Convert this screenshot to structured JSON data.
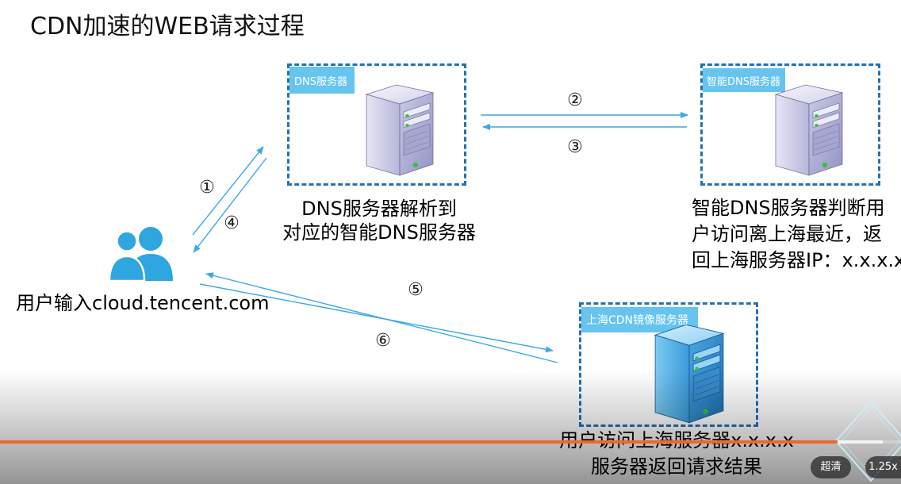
{
  "slide": {
    "title": "CDN加速的WEB请求过程"
  },
  "user": {
    "icon": "users-icon",
    "caption": "用户输入cloud.tencent.com"
  },
  "dns_server": {
    "label": "DNS服务器",
    "icon": "server-icon",
    "caption": [
      "DNS服务器解析到",
      "对应的智能DNS服务器"
    ]
  },
  "smart_dns_server": {
    "label": "智能DNS服务器",
    "icon": "server-icon",
    "caption": [
      "智能DNS服务器判断用",
      "户访问离上海最近，返",
      "回上海服务器IP：x.x.x.x"
    ]
  },
  "cdn_server": {
    "label": "上海CDN镜像服务器",
    "icon": "server-icon",
    "caption": [
      "用户访问上海服务器x.x.x.x",
      "服务器返回请求结果"
    ]
  },
  "steps": [
    "①",
    "②",
    "③",
    "④",
    "⑤",
    "⑥"
  ],
  "colors": {
    "box_border": "#2372b5",
    "label_bg": "#66c4ee",
    "arrow": "#3aa8e8",
    "user_icon": "#2ea6e0",
    "progress_played": "#ee6630"
  },
  "player": {
    "quality_label": "超清",
    "speed_label": "1.25x",
    "progress": 0.93,
    "buffered": 0.98
  }
}
